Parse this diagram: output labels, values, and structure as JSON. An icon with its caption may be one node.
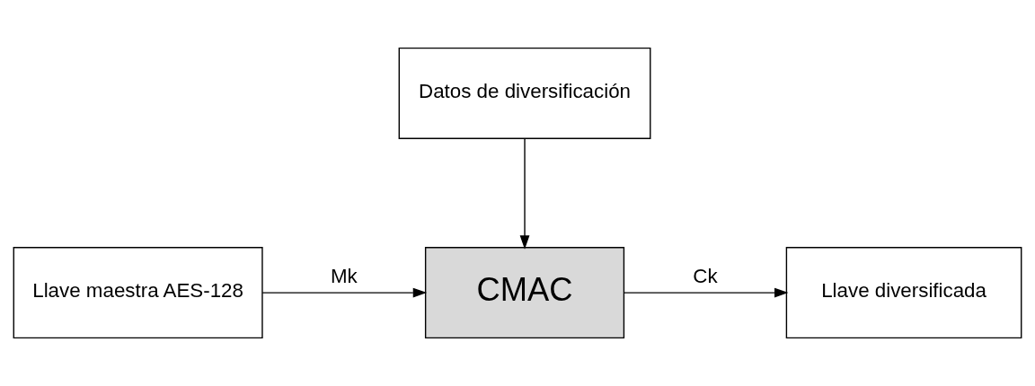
{
  "diagram": {
    "nodes": [
      {
        "text": [
          "Datos de diversificación"
        ]
      },
      {
        "text": [
          "Llave maestra AES-128"
        ]
      },
      {
        "text": [
          "CMAC"
        ]
      },
      {
        "text": [
          "Llave diversificada"
        ]
      }
    ],
    "edges": [
      {
        "from": 0,
        "to": 2,
        "arrow": "to"
      },
      {
        "from": 1,
        "to": 2,
        "arrow": "to",
        "label": "Mk"
      },
      {
        "from": 2,
        "to": 3,
        "arrow": "to",
        "label": "Ck"
      }
    ]
  }
}
